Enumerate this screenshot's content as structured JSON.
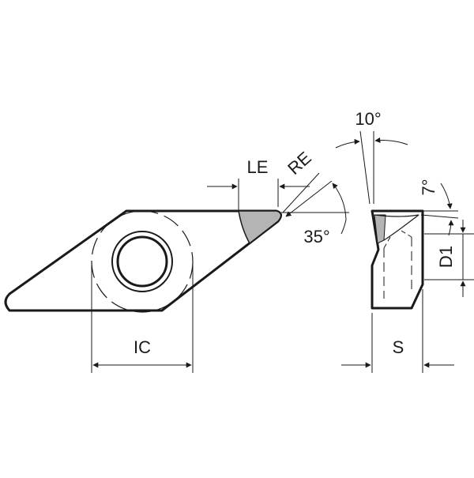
{
  "diagram": {
    "labels": {
      "le": "LE",
      "re": "RE",
      "ic": "IC",
      "s": "S",
      "d1": "D1",
      "angle_35": "35°",
      "angle_10": "10°",
      "angle_7": "7°"
    },
    "colors": {
      "line": "#1a1a1a",
      "insert_fill": "#ffffff",
      "tip_fill": "#b4b4b4",
      "background": "#ffffff"
    }
  }
}
